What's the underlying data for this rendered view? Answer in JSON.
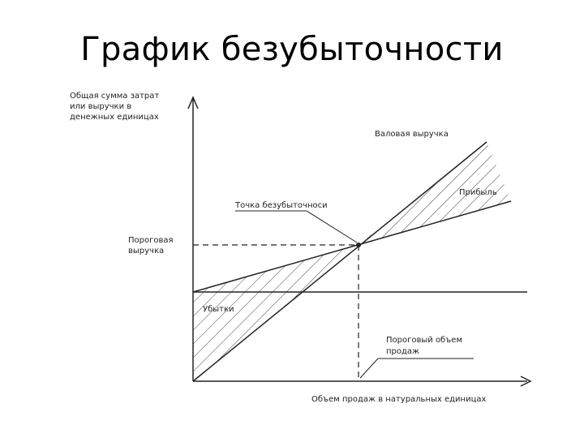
{
  "title": "График безубыточности",
  "y_axis_label": [
    "Общая сумма затрат",
    "или выручки в",
    "денежных единицах"
  ],
  "x_axis_label": "Объем продаж в натуральных единицах",
  "labels": {
    "revenue": "Валовая выручка",
    "profit": "Прибыль",
    "break_even_point": "Точка безубыточноси",
    "threshold_revenue": [
      "Пороговая",
      "выручка"
    ],
    "losses": "Убытки",
    "threshold_volume": [
      "Пороговый объем",
      "продаж"
    ]
  },
  "colors": {
    "line": "#222222",
    "hatch": "#444444",
    "background": "#ffffff"
  }
}
